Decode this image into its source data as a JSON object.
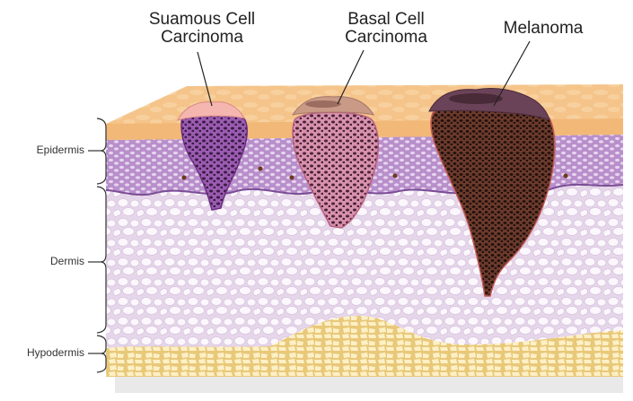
{
  "callouts": {
    "squamous": {
      "line1": "Suamous Cell",
      "line2": "Carcinoma"
    },
    "basal": {
      "line1": "Basal Cell",
      "line2": "Carcinoma"
    },
    "melanoma": {
      "line1": "Melanoma"
    }
  },
  "layers": {
    "epidermis": "Epidermis",
    "dermis": "Dermis",
    "hypodermis": "Hypodermis"
  },
  "colors": {
    "surface": "#f6c98e",
    "epidermis": "#b18ac4",
    "dermis": "#ece0ef",
    "hypodermis": "#f7e0a0",
    "squamous": "#8a4a9c",
    "basal": "#d48aa6",
    "melanoma": "#4a2a22"
  }
}
